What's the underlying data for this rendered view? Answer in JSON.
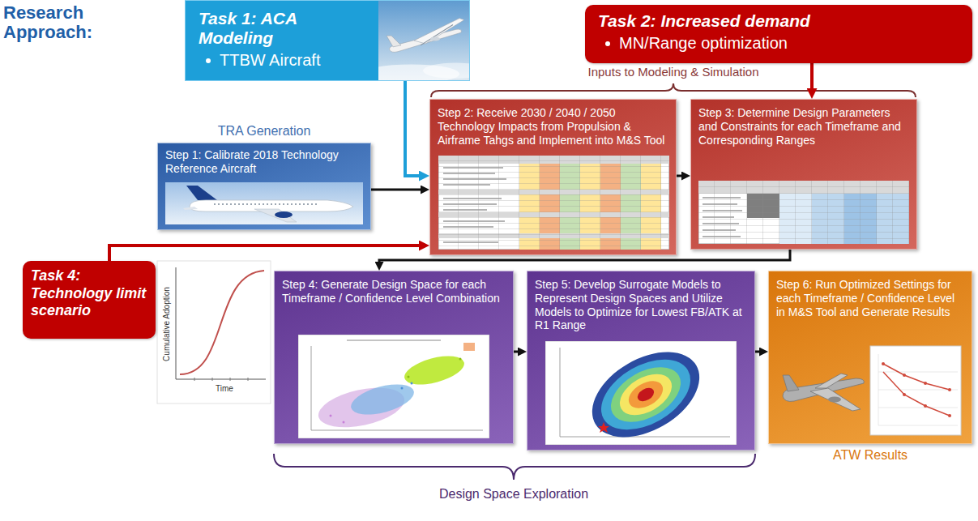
{
  "diagram": {
    "title": "Research Approach:",
    "nodes": [
      {
        "text": [
          "Task 1: ACA Modeling",
          "TTBW Aircraft"
        ]
      },
      {
        "text": [
          "Task 2: Increased demand",
          "MN/Range optimization"
        ]
      },
      {
        "text": [
          "TRA Generation",
          "Step 1: Calibrate 2018 Technology Reference Aircraft"
        ]
      },
      {
        "text": [
          "Step 2: Receive 2030 / 2040 / 2050 Technology Impacts from Propulsion & Airframe Tahgs and Implement into M&S Tool"
        ]
      },
      {
        "text": [
          "Step 3: Determine Design Parameters and Constraints for each Timeframe and Corresponding Ranges"
        ]
      },
      {
        "text": [
          "Task 4: Technology limit scenario"
        ]
      },
      {
        "text": [
          "Step 4: Generate Design Space for each Timeframe / Confidence Level Combination"
        ]
      },
      {
        "text": [
          "Step 5: Develop Surrogate Models to Represent Design Spaces and Utilize Models to Optimize for Lowest FB/ATK at R1 Range"
        ]
      },
      {
        "text": [
          "Step 6: Run Optimized Settings for each Timeframe / Confidence Level in M&S Tool and Generate Results",
          "ATW Results"
        ]
      }
    ],
    "edges": [
      {
        "from": 0,
        "to": 3,
        "arrow": "to"
      },
      {
        "from": 1,
        "to": 4,
        "arrow": "to"
      },
      {
        "from": 2,
        "to": 3,
        "arrow": "to"
      },
      {
        "from": 3,
        "to": 4,
        "arrow": "to"
      },
      {
        "from": 4,
        "to": 6,
        "arrow": "to"
      },
      {
        "from": 5,
        "to": 3,
        "arrow": "to"
      },
      {
        "from": 6,
        "to": 7,
        "arrow": "to"
      },
      {
        "from": 7,
        "to": 8,
        "arrow": "to"
      }
    ],
    "labels": [
      "Inputs to Modeling & Simulation",
      "Design Space Exploration",
      "Cumulative Adoption",
      "Time"
    ]
  }
}
